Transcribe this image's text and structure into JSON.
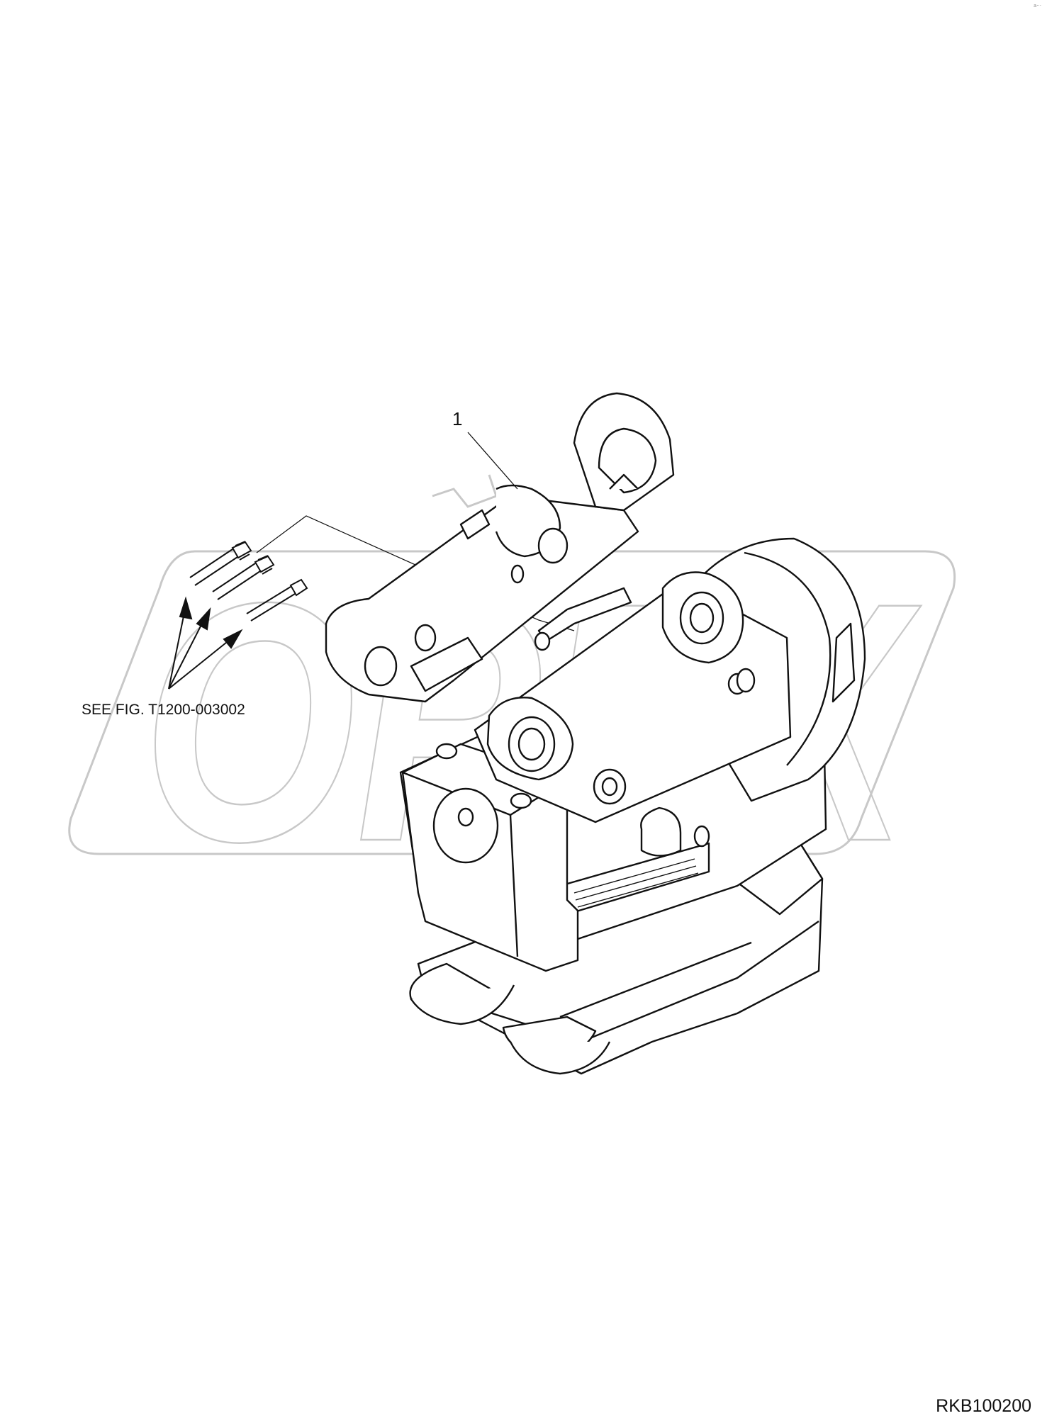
{
  "callouts": {
    "item_number": "1",
    "see_figure": "SEE FIG. T1200-003002"
  },
  "drawing_number": "RKB100200",
  "watermark_text": "OPEX",
  "corner_mark": "a···",
  "colors": {
    "line": "#111111",
    "watermark": "#c8c8c8",
    "background": "#ffffff"
  }
}
